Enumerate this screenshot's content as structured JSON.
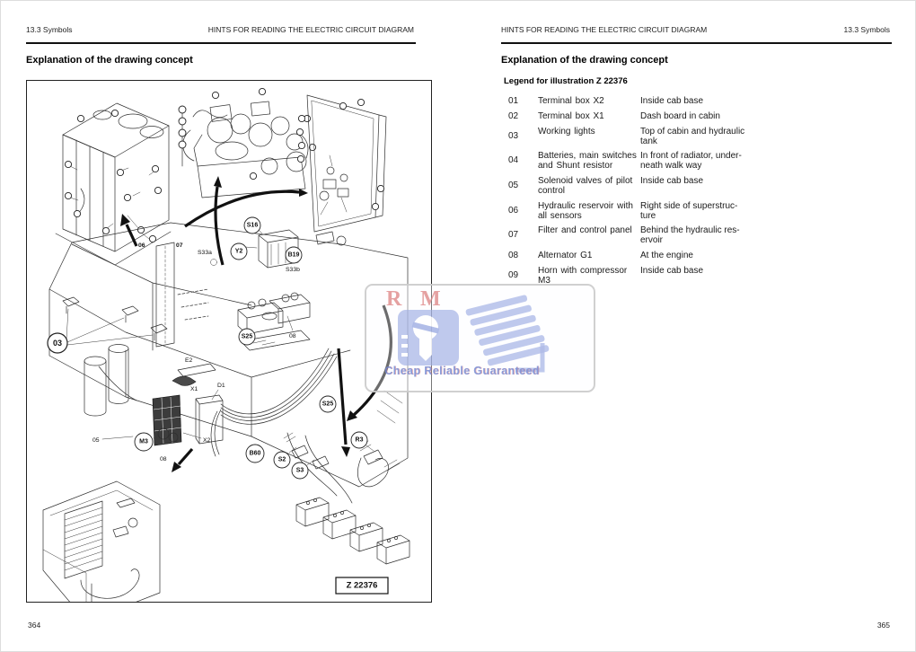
{
  "document": {
    "left_page": {
      "header_left": "13.3 Symbols",
      "header_right": "HINTS FOR READING THE ELECTRIC CIRCUIT DIAGRAM",
      "section_title": "Explanation of the drawing concept",
      "page_number": "364"
    },
    "right_page": {
      "header_left": "HINTS FOR READING THE ELECTRIC CIRCUIT DIAGRAM",
      "header_right": "13.3 Symbols",
      "section_title": "Explanation of the drawing concept",
      "legend_title": "Legend for illustration Z 22376",
      "page_number": "365",
      "legend_rows": [
        {
          "num": "01",
          "item": "Terminal box X2",
          "location": "Inside cab base"
        },
        {
          "num": "02",
          "item": "Terminal box X1",
          "location": "Dash board in cabin"
        },
        {
          "num": "03",
          "item": "Working lights",
          "location": "Top of cabin and hydraulic\ntank"
        },
        {
          "num": "04",
          "item": "Batteries, main switches\nand Shunt resistor",
          "location": "In front of radiator, under-\nneath walk way"
        },
        {
          "num": "05",
          "item": "Solenoid valves of pilot\ncontrol",
          "location": "Inside cab base"
        },
        {
          "num": "06",
          "item": "Hydraulic reservoir with\nall sensors",
          "location": "Right side of superstruc-\nture"
        },
        {
          "num": "07",
          "item": "Filter and control panel",
          "location": "Behind the hydraulic res-\nervoir"
        },
        {
          "num": "08",
          "item": "Alternator G1",
          "location": "At the engine"
        },
        {
          "num": "09",
          "item": "Horn with compressor M3",
          "location": "Inside cab base"
        }
      ]
    }
  },
  "drawing": {
    "figure_code": "Z 22376",
    "labels": {
      "callout_03": "03",
      "label_05": "05",
      "label_06": "06",
      "label_07": "07",
      "label_08_valves": "08",
      "label_08_cab": "08",
      "m3": "M3",
      "y2": "Y2",
      "s16": "S16",
      "b19": "B19",
      "s33a": "S33a",
      "s33b": "S33b",
      "s25_upper": "S25",
      "s25_lower": "S25",
      "e2": "E2",
      "x1": "X1",
      "x2": "X2",
      "d1": "D1",
      "b60": "B60",
      "s2": "S2",
      "s3": "S3",
      "r3": "R3"
    }
  },
  "watermark": {
    "letter_r": "R",
    "letter_m": "M",
    "tagline": "Cheap Reliable Guaranteed",
    "letter_color": "#de8787",
    "icon_color": "#a6b4e6",
    "tagline_color": "#768ed8"
  }
}
